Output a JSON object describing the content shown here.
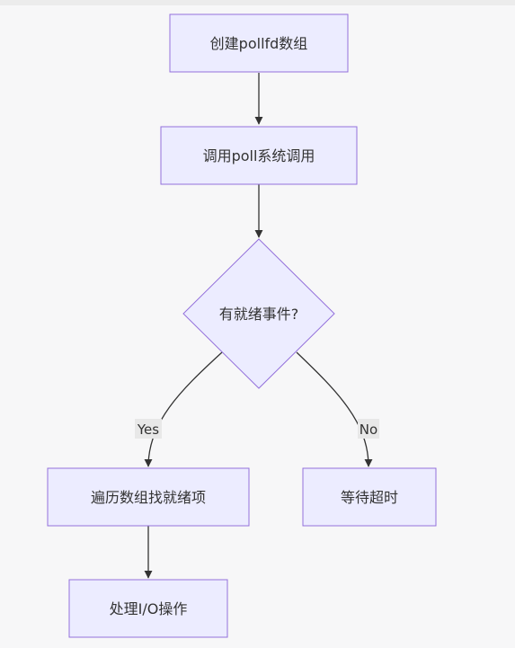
{
  "nodes": {
    "create": "创建pollfd数组",
    "call": "调用poll系统调用",
    "decision": "有就绪事件?",
    "traverse": "遍历数组找就绪项",
    "wait": "等待超时",
    "handle": "处理I/O操作"
  },
  "edge_labels": {
    "yes": "Yes",
    "no": "No"
  },
  "colors": {
    "node_fill": "#ececff",
    "node_stroke": "#9370db",
    "edge": "#333333",
    "label_bg": "#e8e8e8"
  }
}
